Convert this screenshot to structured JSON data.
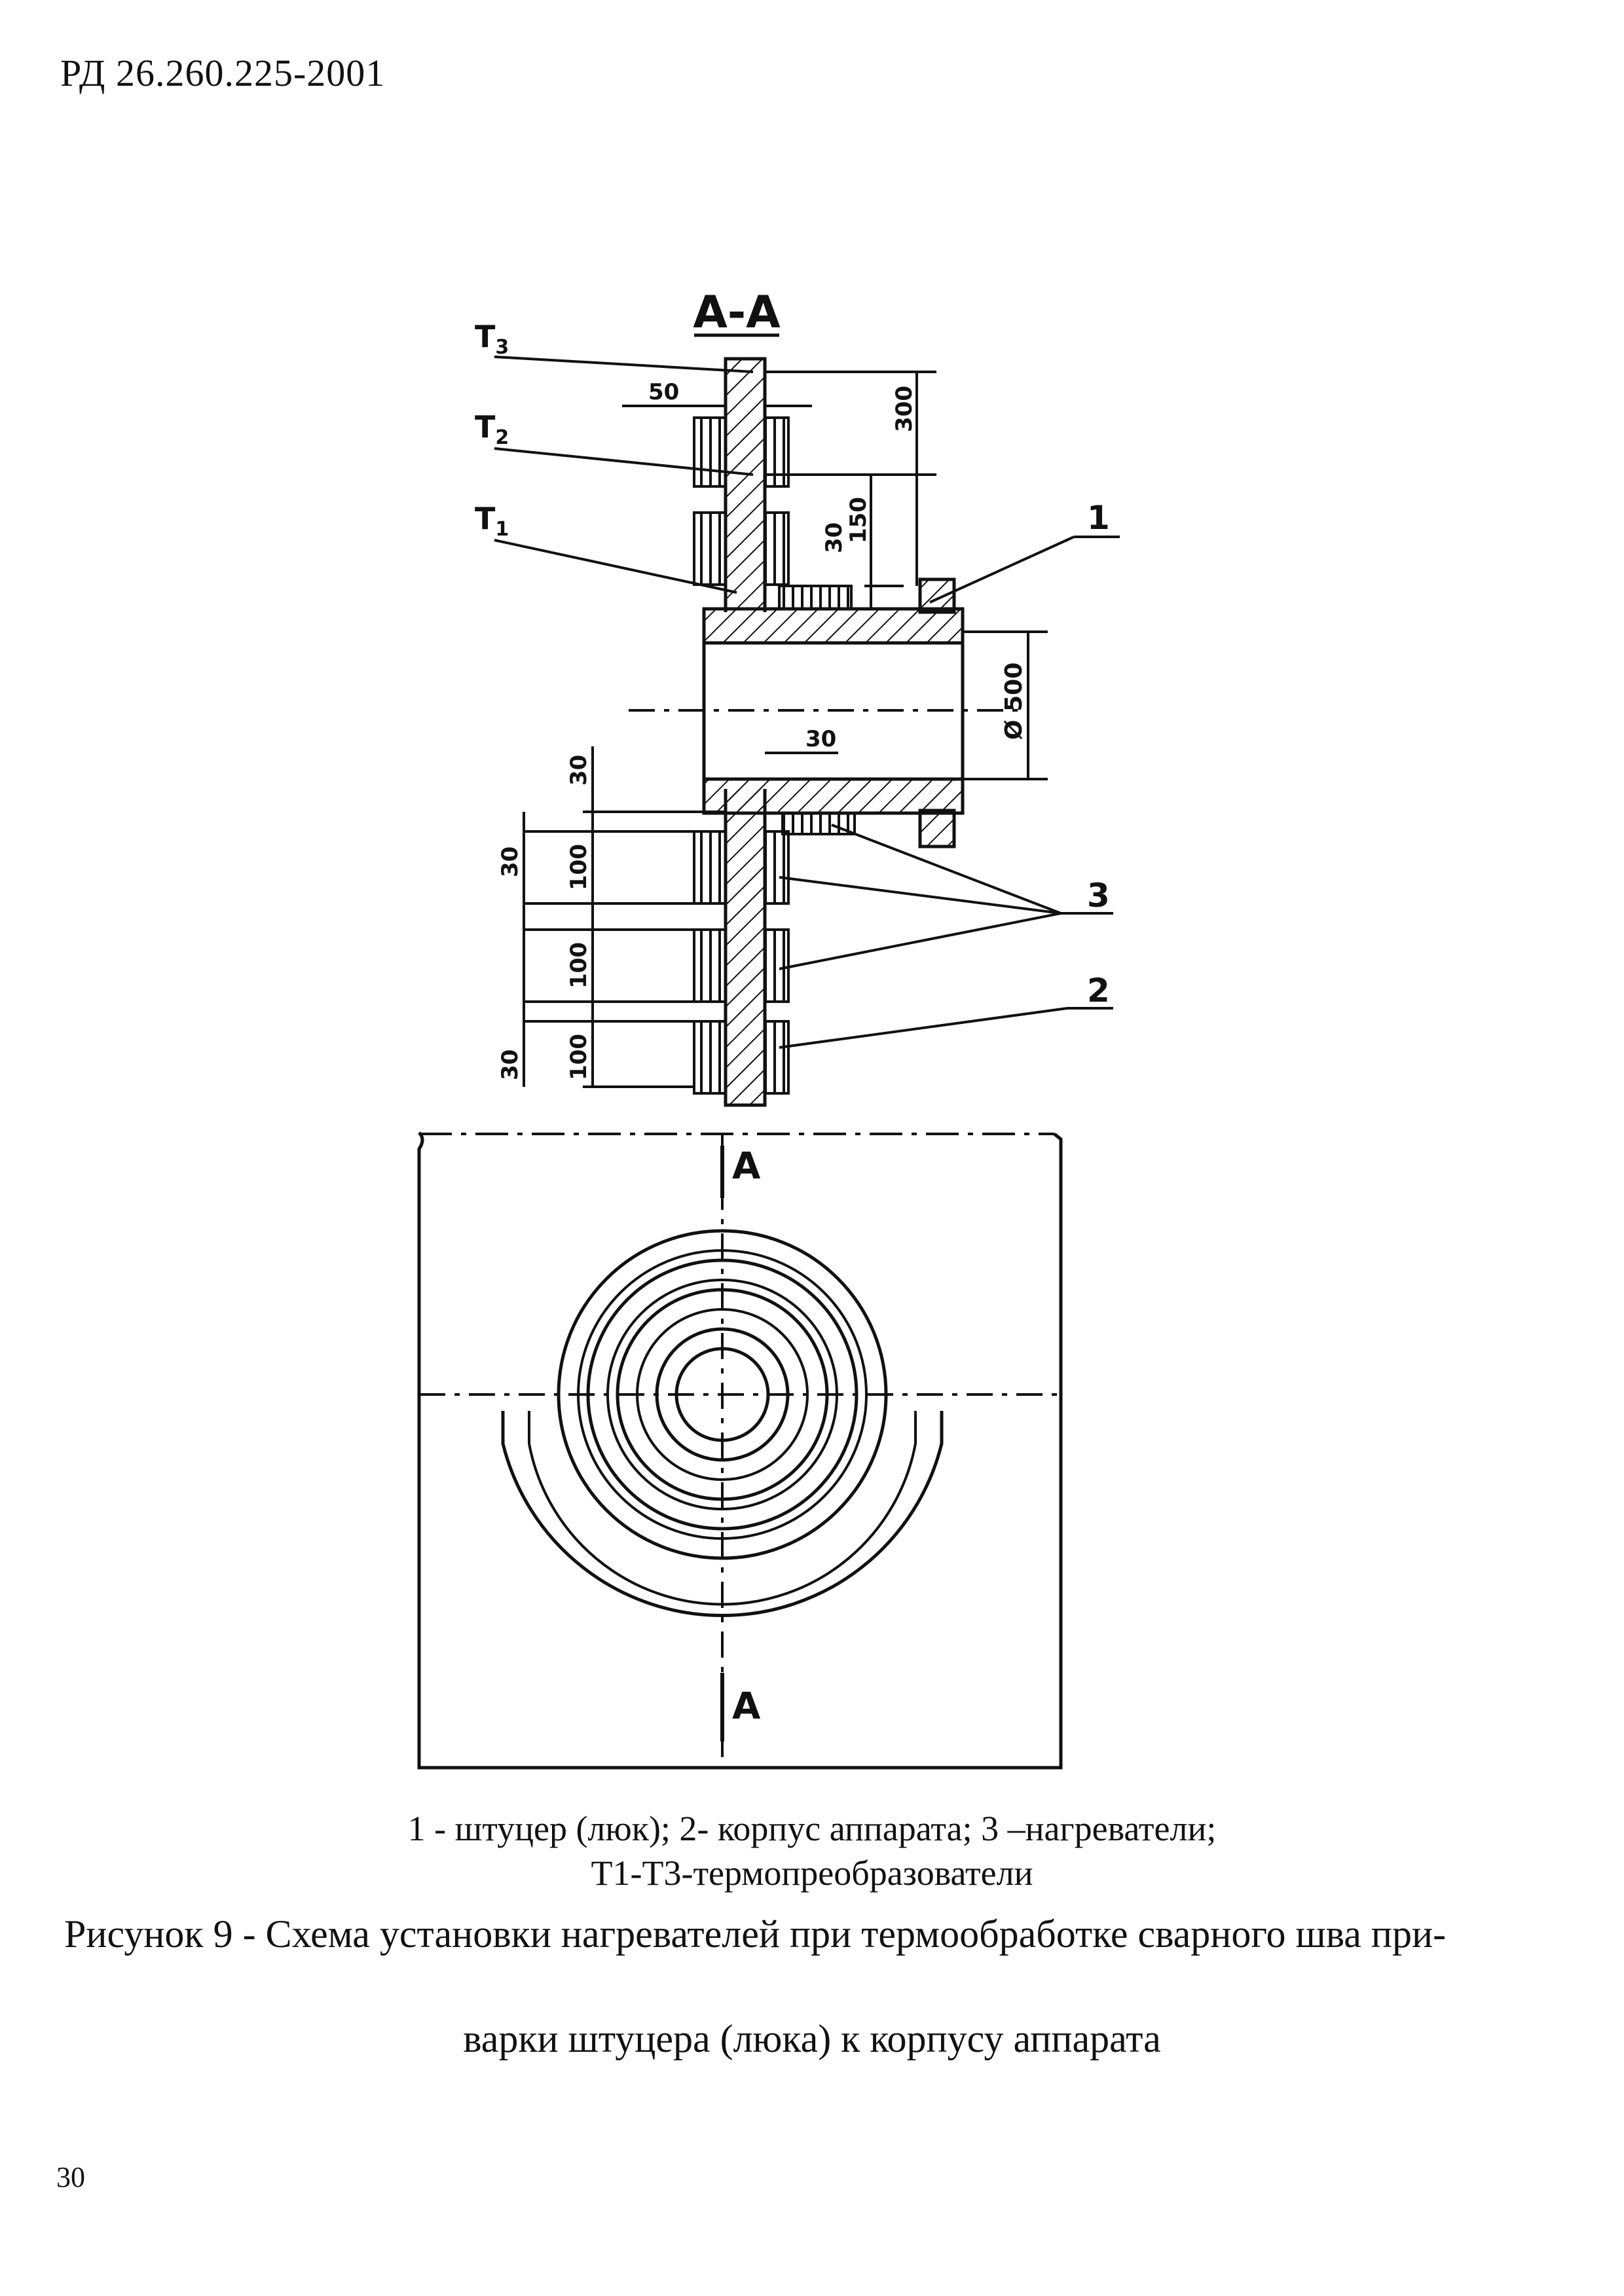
{
  "header": {
    "doc_code": "РД 26.260.225-2001"
  },
  "drawing": {
    "section_title": "А-А",
    "section_marks": [
      "А",
      "А"
    ],
    "thermocouples": [
      "T3",
      "T2",
      "T1"
    ],
    "callouts": [
      "1",
      "2",
      "3"
    ],
    "dimensions": {
      "d50": "50",
      "d300": "300",
      "d150": "150",
      "d30_top": "30",
      "d30_mid": "30",
      "diam": "Ø 500",
      "left_30_a": "30",
      "left_30_b": "30",
      "left_30_c": "30",
      "left_100_a": "100",
      "left_100_b": "100",
      "left_100_c": "100"
    }
  },
  "legend": {
    "line1": "1 - штуцер (люк); 2- корпус аппарата; 3 –нагреватели;",
    "line2": "Т1-Т3-термопреобразователи"
  },
  "figure_caption": {
    "line1": "Рисунок 9 - Схема установки нагревателей при термообработке сварного шва при-",
    "line2": "варки штуцера (люка) к корпусу аппарата"
  },
  "page_number": "30"
}
